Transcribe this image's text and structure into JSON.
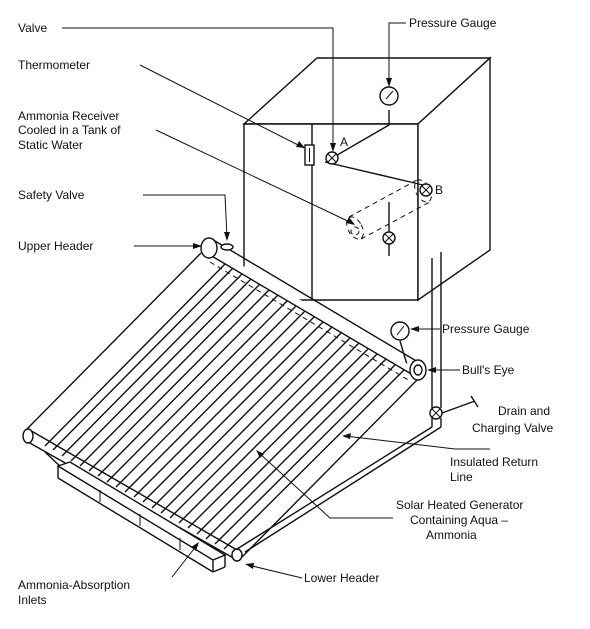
{
  "labels": {
    "valve": "Valve",
    "pressure_gauge_top": "Pressure Gauge",
    "thermometer": "Thermometer",
    "ammonia_receiver_line1": "Ammonia Receiver",
    "ammonia_receiver_line2": "Cooled in a Tank of",
    "ammonia_receiver_line3": "Static Water",
    "safety_valve": "Safety Valve",
    "upper_header": "Upper Header",
    "pressure_gauge_lower": "Pressure Gauge",
    "bulls_eye": "Bull's Eye",
    "drain_line1": "Drain and",
    "drain_line2": "Charging Valve",
    "return_line1": "Insulated Return",
    "return_line2": "Line",
    "generator_line1": "Solar Heated Generator",
    "generator_line2": "Containing Aqua –",
    "generator_line3": "Ammonia",
    "absorption_line1": "Ammonia-Absorption",
    "absorption_line2": "Inlets",
    "lower_header": "Lower Header",
    "marker_a": "A",
    "marker_b": "B"
  }
}
